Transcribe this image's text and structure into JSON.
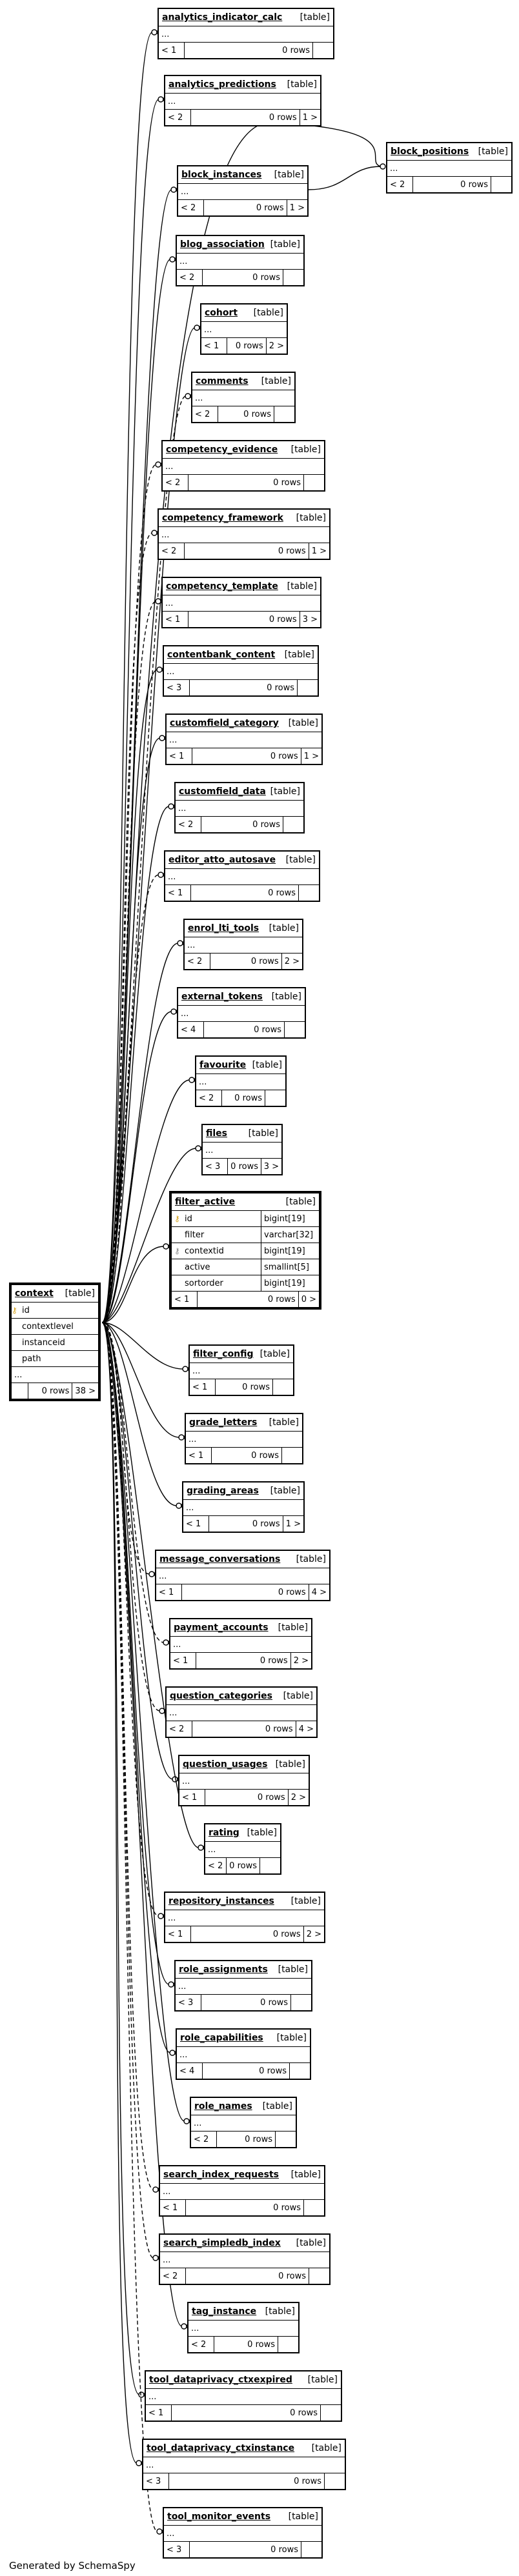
{
  "footer": "Generated by SchemaSpy",
  "focus_table": {
    "name": "context",
    "type": "[table]",
    "columns": [
      {
        "name": "id",
        "key": "pk"
      },
      {
        "name": "contextlevel",
        "key": ""
      },
      {
        "name": "instanceid",
        "key": ""
      },
      {
        "name": "path",
        "key": ""
      }
    ],
    "ellipsis": "...",
    "footer": [
      "",
      "0 rows",
      "38 >"
    ]
  },
  "filter_active": {
    "name": "filter_active",
    "type": "[table]",
    "columns": [
      {
        "name": "id",
        "dtype": "bigint[19]",
        "key": "pk"
      },
      {
        "name": "filter",
        "dtype": "varchar[32]",
        "key": ""
      },
      {
        "name": "contextid",
        "dtype": "bigint[19]",
        "key": "fk"
      },
      {
        "name": "active",
        "dtype": "smallint[5]",
        "key": ""
      },
      {
        "name": "sortorder",
        "dtype": "bigint[19]",
        "key": ""
      }
    ],
    "footer": [
      "< 1",
      "0 rows",
      "0 >"
    ]
  },
  "block_positions": {
    "name": "block_positions",
    "type": "[table]",
    "ellipsis": "...",
    "footer": [
      "< 2",
      "0 rows",
      ""
    ]
  },
  "tables": [
    {
      "name": "analytics_indicator_calc",
      "type": "[table]",
      "ellipsis": "...",
      "footer": [
        "< 1",
        "0 rows",
        ""
      ],
      "dashed": false
    },
    {
      "name": "analytics_predictions",
      "type": "[table]",
      "ellipsis": "...",
      "footer": [
        "< 2",
        "0 rows",
        "1 >"
      ],
      "dashed": false
    },
    {
      "name": "block_instances",
      "type": "[table]",
      "ellipsis": "...",
      "footer": [
        "< 2",
        "0 rows",
        "1 >"
      ],
      "dashed": false
    },
    {
      "name": "blog_association",
      "type": "[table]",
      "ellipsis": "...",
      "footer": [
        "< 2",
        "0 rows",
        ""
      ],
      "dashed": false
    },
    {
      "name": "cohort",
      "type": "[table]",
      "ellipsis": "...",
      "footer": [
        "< 1",
        "0 rows",
        "2 >"
      ],
      "dashed": false
    },
    {
      "name": "comments",
      "type": "[table]",
      "ellipsis": "...",
      "footer": [
        "< 2",
        "0 rows",
        ""
      ],
      "dashed": true
    },
    {
      "name": "competency_evidence",
      "type": "[table]",
      "ellipsis": "...",
      "footer": [
        "< 2",
        "0 rows",
        ""
      ],
      "dashed": true
    },
    {
      "name": "competency_framework",
      "type": "[table]",
      "ellipsis": "...",
      "footer": [
        "< 2",
        "0 rows",
        "1 >"
      ],
      "dashed": true
    },
    {
      "name": "competency_template",
      "type": "[table]",
      "ellipsis": "...",
      "footer": [
        "< 1",
        "0 rows",
        "3 >"
      ],
      "dashed": true
    },
    {
      "name": "contentbank_content",
      "type": "[table]",
      "ellipsis": "...",
      "footer": [
        "< 3",
        "0 rows",
        ""
      ],
      "dashed": false
    },
    {
      "name": "customfield_category",
      "type": "[table]",
      "ellipsis": "...",
      "footer": [
        "< 1",
        "0 rows",
        "1 >"
      ],
      "dashed": false
    },
    {
      "name": "customfield_data",
      "type": "[table]",
      "ellipsis": "...",
      "footer": [
        "< 2",
        "0 rows",
        ""
      ],
      "dashed": false
    },
    {
      "name": "editor_atto_autosave",
      "type": "[table]",
      "ellipsis": "...",
      "footer": [
        "< 1",
        "0 rows",
        ""
      ],
      "dashed": true
    },
    {
      "name": "enrol_lti_tools",
      "type": "[table]",
      "ellipsis": "...",
      "footer": [
        "< 2",
        "0 rows",
        "2 >"
      ],
      "dashed": false
    },
    {
      "name": "external_tokens",
      "type": "[table]",
      "ellipsis": "...",
      "footer": [
        "< 4",
        "0 rows",
        ""
      ],
      "dashed": false
    },
    {
      "name": "favourite",
      "type": "[table]",
      "ellipsis": "...",
      "footer": [
        "< 2",
        "0 rows",
        ""
      ],
      "dashed": false
    },
    {
      "name": "files",
      "type": "[table]",
      "ellipsis": "...",
      "footer": [
        "< 3",
        "0 rows",
        "3 >"
      ],
      "dashed": false
    },
    {
      "name": "filter_config",
      "type": "[table]",
      "ellipsis": "...",
      "footer": [
        "< 1",
        "0 rows",
        ""
      ],
      "dashed": false
    },
    {
      "name": "grade_letters",
      "type": "[table]",
      "ellipsis": "...",
      "footer": [
        "< 1",
        "0 rows",
        ""
      ],
      "dashed": false
    },
    {
      "name": "grading_areas",
      "type": "[table]",
      "ellipsis": "...",
      "footer": [
        "< 1",
        "0 rows",
        "1 >"
      ],
      "dashed": false
    },
    {
      "name": "message_conversations",
      "type": "[table]",
      "ellipsis": "...",
      "footer": [
        "< 1",
        "0 rows",
        "4 >"
      ],
      "dashed": true
    },
    {
      "name": "payment_accounts",
      "type": "[table]",
      "ellipsis": "...",
      "footer": [
        "< 1",
        "0 rows",
        "2 >"
      ],
      "dashed": true
    },
    {
      "name": "question_categories",
      "type": "[table]",
      "ellipsis": "...",
      "footer": [
        "< 2",
        "0 rows",
        "4 >"
      ],
      "dashed": true
    },
    {
      "name": "question_usages",
      "type": "[table]",
      "ellipsis": "...",
      "footer": [
        "< 1",
        "0 rows",
        "2 >"
      ],
      "dashed": false
    },
    {
      "name": "rating",
      "type": "[table]",
      "ellipsis": "...",
      "footer": [
        "< 2",
        "0 rows",
        ""
      ],
      "dashed": false
    },
    {
      "name": "repository_instances",
      "type": "[table]",
      "ellipsis": "...",
      "footer": [
        "< 1",
        "0 rows",
        "2 >"
      ],
      "dashed": true
    },
    {
      "name": "role_assignments",
      "type": "[table]",
      "ellipsis": "...",
      "footer": [
        "< 3",
        "0 rows",
        ""
      ],
      "dashed": false
    },
    {
      "name": "role_capabilities",
      "type": "[table]",
      "ellipsis": "...",
      "footer": [
        "< 4",
        "0 rows",
        ""
      ],
      "dashed": false
    },
    {
      "name": "role_names",
      "type": "[table]",
      "ellipsis": "...",
      "footer": [
        "< 2",
        "0 rows",
        ""
      ],
      "dashed": false
    },
    {
      "name": "search_index_requests",
      "type": "[table]",
      "ellipsis": "...",
      "footer": [
        "< 1",
        "0 rows",
        ""
      ],
      "dashed": true
    },
    {
      "name": "search_simpledb_index",
      "type": "[table]",
      "ellipsis": "...",
      "footer": [
        "< 2",
        "0 rows",
        ""
      ],
      "dashed": true
    },
    {
      "name": "tag_instance",
      "type": "[table]",
      "ellipsis": "...",
      "footer": [
        "< 2",
        "0 rows",
        ""
      ],
      "dashed": false
    },
    {
      "name": "tool_dataprivacy_ctxexpired",
      "type": "[table]",
      "ellipsis": "...",
      "footer": [
        "< 1",
        "0 rows",
        ""
      ],
      "dashed": false
    },
    {
      "name": "tool_dataprivacy_ctxinstance",
      "type": "[table]",
      "ellipsis": "...",
      "footer": [
        "< 3",
        "0 rows",
        ""
      ],
      "dashed": false
    },
    {
      "name": "tool_monitor_events",
      "type": "[table]",
      "ellipsis": "...",
      "footer": [
        "< 3",
        "0 rows",
        ""
      ],
      "dashed": true
    }
  ]
}
